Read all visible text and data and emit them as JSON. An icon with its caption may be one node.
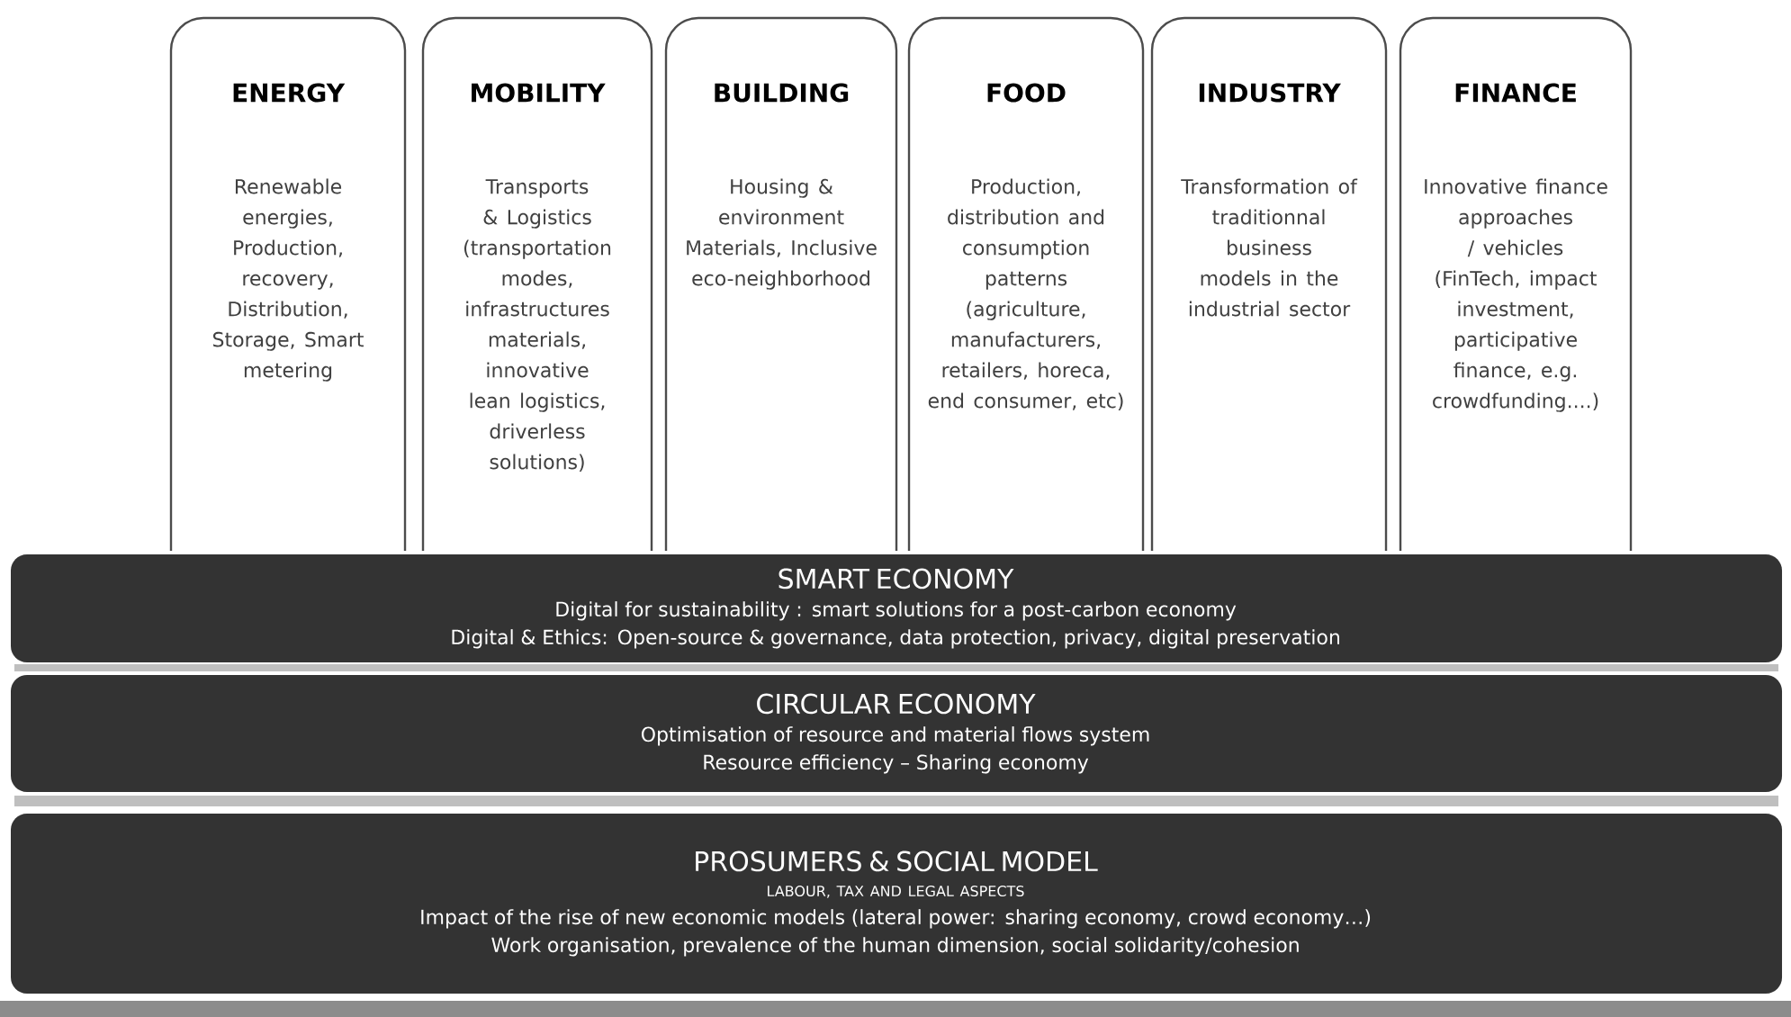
{
  "diagram": {
    "nodes": [
      {
        "text": [
          "ENERGY",
          "Renewable energies, Production, recovery, Distribution, Storage, Smart metering"
        ]
      },
      {
        "text": [
          "MOBILITY",
          "Transports & Logistics (transportation modes, infrastructures materials, innovative lean logistics, driverless solutions)"
        ]
      },
      {
        "text": [
          "BUILDING",
          "Housing & environment Materials, Inclusive eco-neighborhood"
        ]
      },
      {
        "text": [
          "FOOD",
          "Production, distribution and consumption patterns (agriculture, manufacturers, retailers, horeca, end consumer, etc)"
        ]
      },
      {
        "text": [
          "INDUSTRY",
          "Transformation of traditionnal business models in the industrial sector"
        ]
      },
      {
        "text": [
          "FINANCE",
          "Innovative finance approaches / vehicles (FinTech, impact investment, participative finance, e.g. crowdfunding....)"
        ]
      },
      {
        "text": [
          "SMART ECONOMY",
          "Digital for sustainability : smart solutions for a post-carbon economy",
          "Digital & Ethics: Open-source & governance, data protection, privacy, digital preservation"
        ]
      },
      {
        "text": [
          "CIRCULAR ECONOMY",
          "Optimisation of resource and material flows system",
          "Resource efficiency – Sharing economy"
        ]
      },
      {
        "text": [
          "PROSUMERS & SOCIAL MODEL",
          "LABOUR, TAX AND LEGAL ASPECTS",
          "Impact of the rise of new economic models (lateral power: sharing economy, crowd economy…)",
          "Work organisation, prevalence of the human dimension, social solidarity/cohesion"
        ]
      }
    ]
  }
}
